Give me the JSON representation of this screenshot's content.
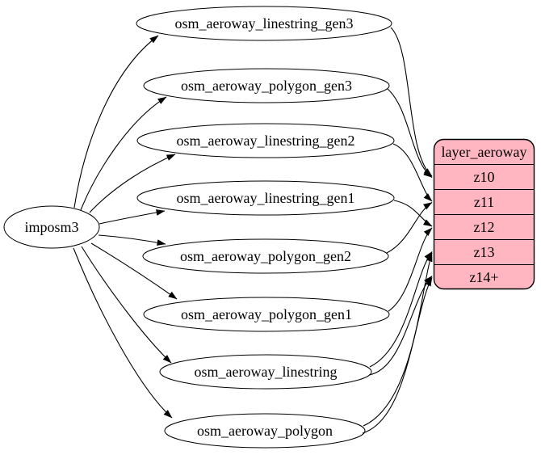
{
  "diagram": {
    "source_node": {
      "id": "imposm3",
      "label": "imposm3"
    },
    "tables": [
      {
        "id": "osm_aeroway_linestring_gen3",
        "label": "osm_aeroway_linestring_gen3"
      },
      {
        "id": "osm_aeroway_polygon_gen3",
        "label": "osm_aeroway_polygon_gen3"
      },
      {
        "id": "osm_aeroway_linestring_gen2",
        "label": "osm_aeroway_linestring_gen2"
      },
      {
        "id": "osm_aeroway_linestring_gen1",
        "label": "osm_aeroway_linestring_gen1"
      },
      {
        "id": "osm_aeroway_polygon_gen2",
        "label": "osm_aeroway_polygon_gen2"
      },
      {
        "id": "osm_aeroway_polygon_gen1",
        "label": "osm_aeroway_polygon_gen1"
      },
      {
        "id": "osm_aeroway_linestring",
        "label": "osm_aeroway_linestring"
      },
      {
        "id": "osm_aeroway_polygon",
        "label": "osm_aeroway_polygon"
      }
    ],
    "layer": {
      "id": "layer_aeroway",
      "title": "layer_aeroway",
      "rows": [
        "z10",
        "z11",
        "z12",
        "z13",
        "z14+"
      ]
    },
    "edges": [
      {
        "from": "imposm3",
        "to": "osm_aeroway_linestring_gen3"
      },
      {
        "from": "imposm3",
        "to": "osm_aeroway_polygon_gen3"
      },
      {
        "from": "imposm3",
        "to": "osm_aeroway_linestring_gen2"
      },
      {
        "from": "imposm3",
        "to": "osm_aeroway_linestring_gen1"
      },
      {
        "from": "imposm3",
        "to": "osm_aeroway_polygon_gen2"
      },
      {
        "from": "imposm3",
        "to": "osm_aeroway_polygon_gen1"
      },
      {
        "from": "imposm3",
        "to": "osm_aeroway_linestring"
      },
      {
        "from": "imposm3",
        "to": "osm_aeroway_polygon"
      },
      {
        "from": "osm_aeroway_linestring_gen3",
        "to": "z10"
      },
      {
        "from": "osm_aeroway_polygon_gen3",
        "to": "z10"
      },
      {
        "from": "osm_aeroway_linestring_gen2",
        "to": "z11"
      },
      {
        "from": "osm_aeroway_polygon_gen2",
        "to": "z11"
      },
      {
        "from": "osm_aeroway_linestring_gen1",
        "to": "z12"
      },
      {
        "from": "osm_aeroway_polygon_gen1",
        "to": "z12"
      },
      {
        "from": "osm_aeroway_linestring",
        "to": "z13"
      },
      {
        "from": "osm_aeroway_linestring",
        "to": "z14+"
      },
      {
        "from": "osm_aeroway_polygon",
        "to": "z13"
      },
      {
        "from": "osm_aeroway_polygon",
        "to": "z14+"
      }
    ],
    "colors": {
      "table_fill": "#ffffff",
      "layer_fill": "#ffb6c1",
      "stroke": "#000000",
      "text": "#000000",
      "background": "#ffffff"
    }
  }
}
